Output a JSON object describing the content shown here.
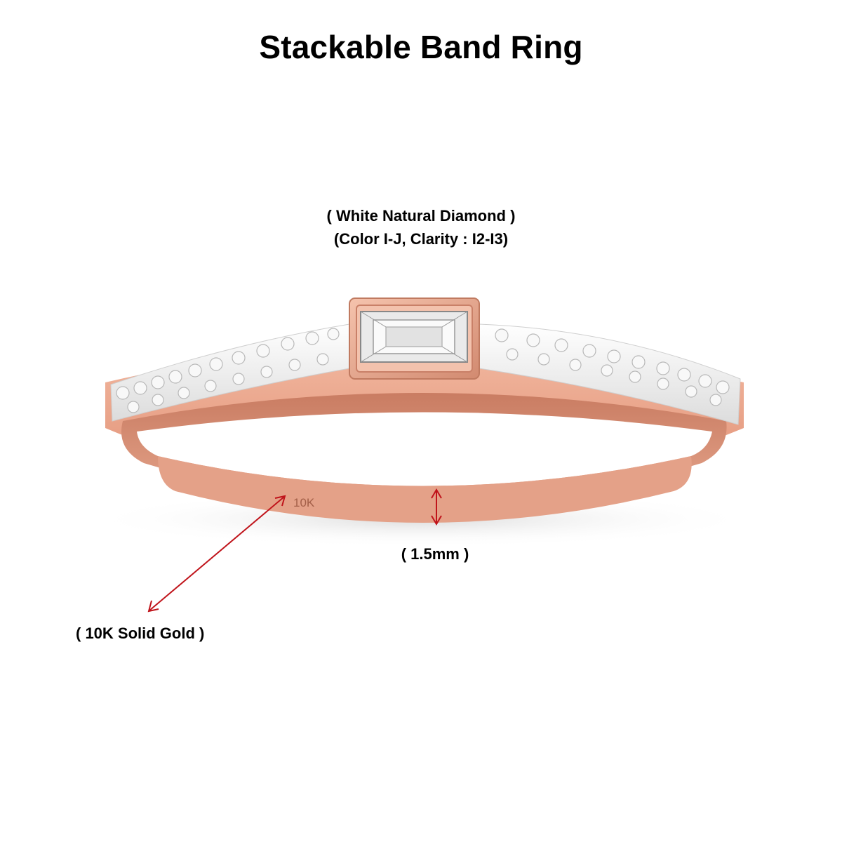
{
  "title": "Stackable Band Ring",
  "stone": {
    "line1": "( White Natural Diamond )",
    "line2": "(Color I-J, Clarity : I2-I3)"
  },
  "stamp": "10K",
  "width_label": "( 1.5mm )",
  "metal_label": "( 10K Solid Gold )",
  "colors": {
    "rose_gold": "#e8a58c",
    "rose_gold_dark": "#c97c62",
    "rose_gold_inner": "#d98f75",
    "white_gold_setting": "#f1f1f1",
    "arrow": "#c0141b"
  }
}
